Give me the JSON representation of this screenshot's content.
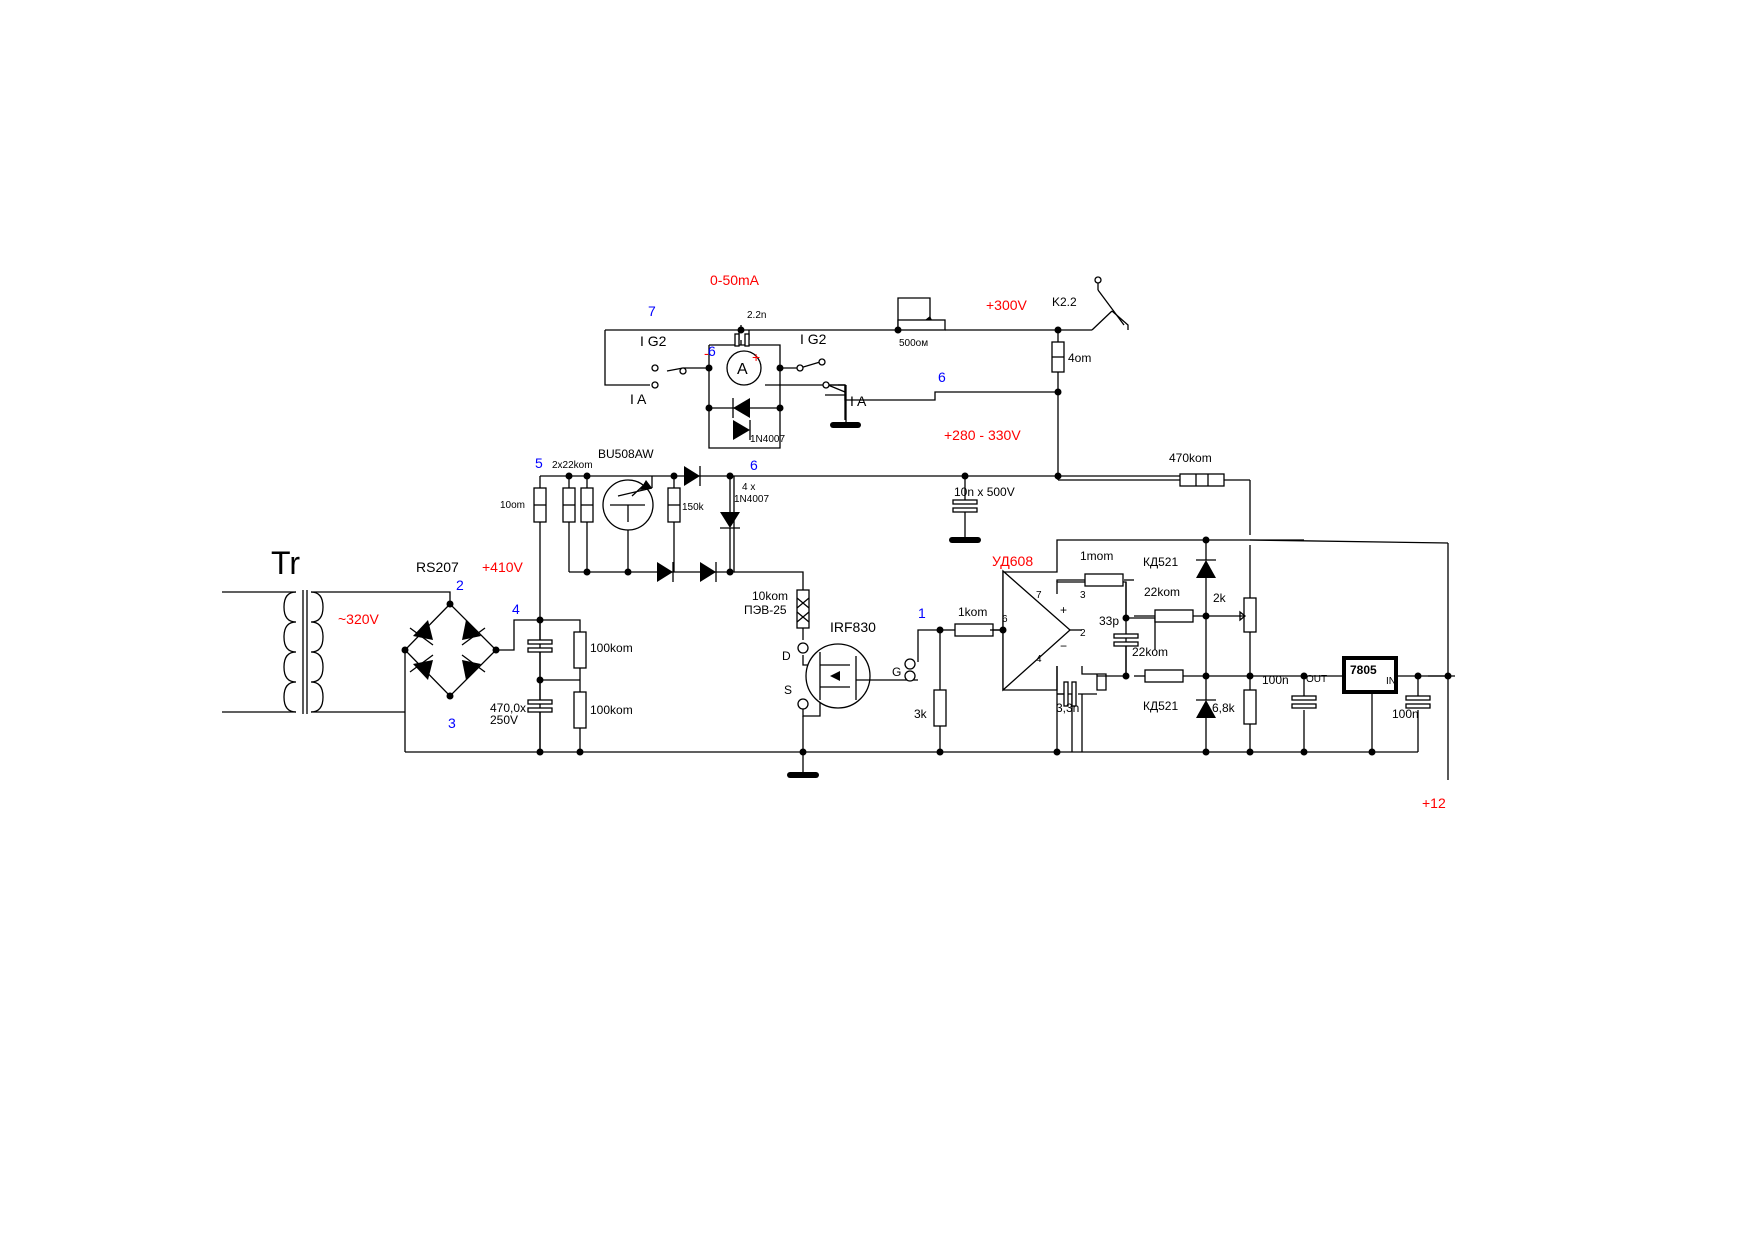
{
  "labels": {
    "tr": "Tr",
    "ac_voltage": "~320V",
    "rs207": "RS207",
    "node_2": "2",
    "node_3": "3",
    "node_4": "4",
    "v410": "+410V",
    "r100kom_a": "100kom",
    "r100kom_b": "100kom",
    "c470": "470,0x",
    "c250v": "250V",
    "r10om": "10om",
    "node_5": "5",
    "r2x22kom": "2x22kom",
    "bu508aw": "BU508AW",
    "r150k": "150k",
    "node_6a": "6",
    "d4x": "4 x",
    "d1n4007_chain": "1N4007",
    "r10kom": "10kom",
    "pev25": "ПЭВ-25",
    "irf830": "IRF830",
    "pin_d": "D",
    "pin_s": "S",
    "pin_g": "G",
    "node_1": "1",
    "r3k": "3k",
    "r1kom": "1kom",
    "ud608": "УД608",
    "pin_6": "6",
    "pin_7": "7",
    "pin_3": "3",
    "plus": "+",
    "minus": "−",
    "pin_2": "2",
    "pin_4": "4",
    "r1mom": "1mom",
    "c33p": "33p",
    "c3_3n": "3,3n",
    "r22kom_a": "22kom",
    "r22kom_b": "22kom",
    "kd521_a": "КД521",
    "kd521_b": "КД521",
    "r2k": "2k",
    "r6_8k": "6,8k",
    "c100n_a": "100n",
    "out": "OUT",
    "reg7805": "7805",
    "in": "IN",
    "c100n_b": "100n",
    "v12": "+12",
    "r470kom": "470kom",
    "c10n500v": "10n x 500V",
    "v280_330": "+280 - 330V",
    "r4om": "4om",
    "v300": "+300V",
    "k2_2": "K2.2",
    "r500om": "500ом",
    "range": "0-50mA",
    "c2_2n": "2.2n",
    "node_7": "7",
    "ig2_a": "I G2",
    "ia_a": "I A",
    "ig2_b": "I G2",
    "ia_b": "I A",
    "node_6b": "6",
    "meter_minus": "-",
    "meter_plus": "+",
    "meter_a": "A",
    "d1n4007_meter": "1N4007",
    "node_6c": "6"
  },
  "colors": {
    "voltage_labels": "#ff0000",
    "node_numbers": "#0000ff",
    "wires": "#000000",
    "background": "#ffffff"
  }
}
